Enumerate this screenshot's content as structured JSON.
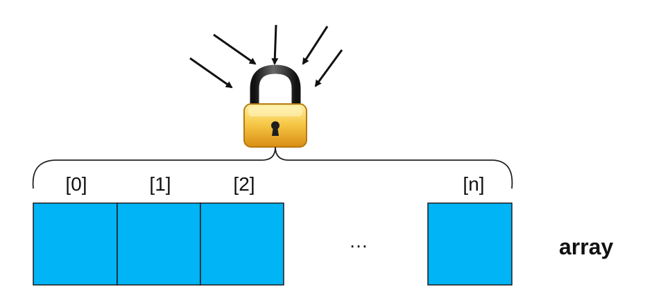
{
  "labels": {
    "cells": [
      "[0]",
      "[1]",
      "[2]",
      "[n]"
    ],
    "ellipsis": "…",
    "array": "array"
  },
  "colors": {
    "cell_fill": "#00B4F5",
    "cell_stroke": "#1a1a1a",
    "lock_gold_light": "#FFE98A",
    "lock_gold_dark": "#D98E14",
    "shackle": "#2a2a2a",
    "arrow": "#111111"
  },
  "icons": {
    "lock": "padlock-icon",
    "arrows": "arrow-icon"
  }
}
